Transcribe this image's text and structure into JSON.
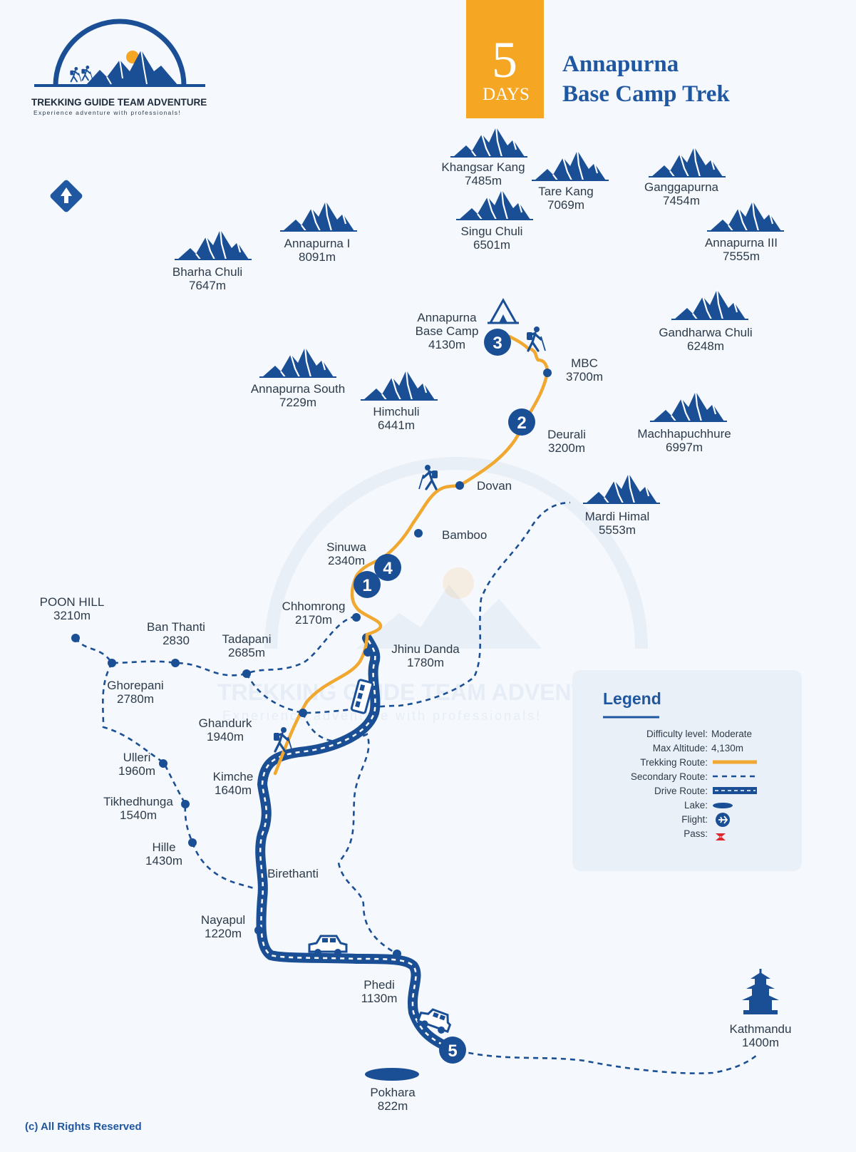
{
  "logo": {
    "name": "TREKKING GUIDE TEAM ADVENTURE",
    "tagline": "Experience adventure with professionals!"
  },
  "badge": {
    "number": "5",
    "unit": "DAYS"
  },
  "title": {
    "line1": "Annapurna",
    "line2": "Base Camp Trek"
  },
  "peaks": [
    {
      "name": "Khangsar Kang",
      "alt": "7485m"
    },
    {
      "name": "Tare Kang",
      "alt": "7069m"
    },
    {
      "name": "Ganggapurna",
      "alt": "7454m"
    },
    {
      "name": "Singu Chuli",
      "alt": "6501m"
    },
    {
      "name": "Annapurna III",
      "alt": "7555m"
    },
    {
      "name": "Annapurna I",
      "alt": "8091m"
    },
    {
      "name": "Bharha Chuli",
      "alt": "7647m"
    },
    {
      "name": "Gandharwa Chuli",
      "alt": "6248m"
    },
    {
      "name": "Annapurna South",
      "alt": "7229m"
    },
    {
      "name": "Himchuli",
      "alt": "6441m"
    },
    {
      "name": "Machhapuchhure",
      "alt": "6997m"
    },
    {
      "name": "Mardi Himal",
      "alt": "5553m"
    }
  ],
  "places": [
    {
      "name": "Annapurna",
      "name2": "Base Camp",
      "alt": "4130m"
    },
    {
      "name": "MBC",
      "alt": "3700m"
    },
    {
      "name": "Deurali",
      "alt": "3200m"
    },
    {
      "name": "Dovan",
      "alt": ""
    },
    {
      "name": "Bamboo",
      "alt": ""
    },
    {
      "name": "Sinuwa",
      "alt": "2340m"
    },
    {
      "name": "Chhomrong",
      "alt": "2170m"
    },
    {
      "name": "Jhinu Danda",
      "alt": "1780m"
    },
    {
      "name": "POON HILL",
      "alt": "3210m"
    },
    {
      "name": "Ban Thanti",
      "alt": "2830"
    },
    {
      "name": "Tadapani",
      "alt": "2685m"
    },
    {
      "name": "Ghorepani",
      "alt": "2780m"
    },
    {
      "name": "Ghandurk",
      "alt": "1940m"
    },
    {
      "name": "Ulleri",
      "alt": "1960m"
    },
    {
      "name": "Kimche",
      "alt": "1640m"
    },
    {
      "name": "Tikhedhunga",
      "alt": "1540m"
    },
    {
      "name": "Hille",
      "alt": "1430m"
    },
    {
      "name": "Birethanti",
      "alt": ""
    },
    {
      "name": "Nayapul",
      "alt": "1220m"
    },
    {
      "name": "Phedi",
      "alt": "1130m"
    },
    {
      "name": "Pokhara",
      "alt": "822m"
    },
    {
      "name": "Kathmandu",
      "alt": "1400m"
    }
  ],
  "stops": [
    "1",
    "2",
    "3",
    "4",
    "5"
  ],
  "legend": {
    "title": "Legend",
    "rows": [
      {
        "key": "Difficulty level:",
        "value": "Moderate"
      },
      {
        "key": "Max Altitude:",
        "value": "4,130m"
      },
      {
        "key": "Trekking Route:",
        "value": ""
      },
      {
        "key": "Secondary Route:",
        "value": ""
      },
      {
        "key": "Drive Route:",
        "value": ""
      },
      {
        "key": "Lake:",
        "value": ""
      },
      {
        "key": "Flight:",
        "value": ""
      },
      {
        "key": "Pass:",
        "value": ""
      }
    ]
  },
  "watermark": {
    "name": "TREKKING GUIDE TEAM ADVENTURE",
    "tagline": "Experience adventure with professionals!"
  },
  "copyright": "(c) All Rights Reserved",
  "colors": {
    "trek": "#f0a830",
    "drive": "#1a4f95",
    "secondary": "#1a4f95",
    "badge": "#f5a623",
    "title": "#1f57a0"
  },
  "icons": [
    "north-arrow-icon",
    "tent-icon",
    "hiker-icon",
    "bus-icon",
    "car-icon",
    "jeep-icon",
    "pagoda-icon",
    "lake-icon",
    "flight-icon",
    "pass-icon"
  ]
}
